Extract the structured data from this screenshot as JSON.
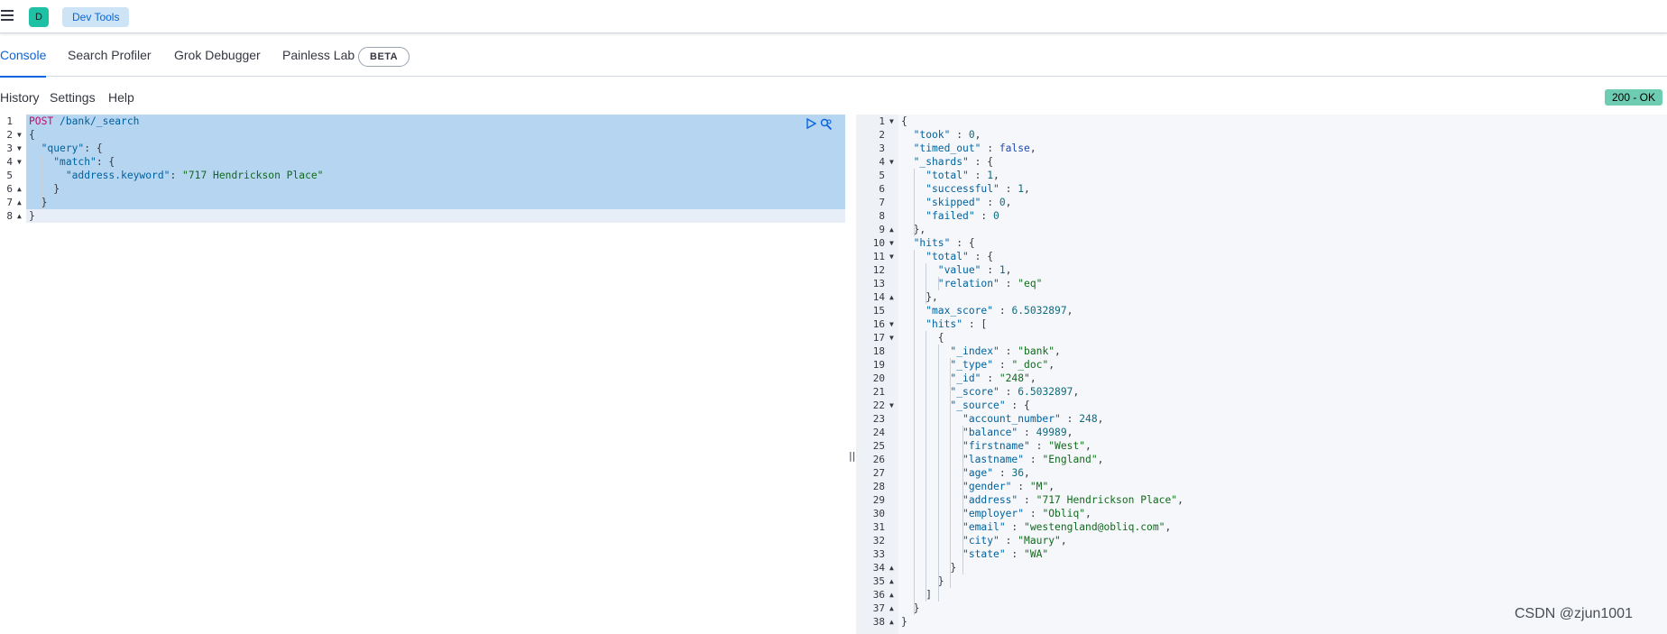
{
  "header": {
    "avatar_letter": "D",
    "breadcrumb": "Dev Tools"
  },
  "tabs": [
    {
      "label": "Console"
    },
    {
      "label": "Search Profiler"
    },
    {
      "label": "Grok Debugger"
    },
    {
      "label": "Painless Lab"
    }
  ],
  "beta_badge": "BETA",
  "toolbar": {
    "history": "History",
    "settings": "Settings",
    "help": "Help",
    "status": "200 - OK"
  },
  "request": {
    "method": "POST",
    "path": "/bank/_search",
    "lines": [
      {
        "n": "1",
        "fold": ""
      },
      {
        "n": "2",
        "fold": "down"
      },
      {
        "n": "3",
        "fold": "down"
      },
      {
        "n": "4",
        "fold": "down"
      },
      {
        "n": "5",
        "fold": ""
      },
      {
        "n": "6",
        "fold": "up"
      },
      {
        "n": "7",
        "fold": "up"
      },
      {
        "n": "8",
        "fold": "up"
      }
    ],
    "query_key": "\"query\"",
    "match_key": "\"match\"",
    "field_key": "\"address.keyword\"",
    "field_value": "\"717 Hendrickson Place\""
  },
  "response": {
    "lines": [
      {
        "n": "1",
        "fold": "down",
        "t": [
          [
            "p",
            "{"
          ]
        ]
      },
      {
        "n": "2",
        "fold": "",
        "t": [
          [
            "k",
            "  \"took\""
          ],
          [
            "p",
            " : "
          ],
          [
            "n",
            "0"
          ],
          [
            "p",
            ","
          ]
        ]
      },
      {
        "n": "3",
        "fold": "",
        "t": [
          [
            "k",
            "  \"timed_out\""
          ],
          [
            "p",
            " : "
          ],
          [
            "b",
            "false"
          ],
          [
            "p",
            ","
          ]
        ]
      },
      {
        "n": "4",
        "fold": "down",
        "t": [
          [
            "k",
            "  \"_shards\""
          ],
          [
            "p",
            " : {"
          ]
        ]
      },
      {
        "n": "5",
        "fold": "",
        "t": [
          [
            "k",
            "    \"total\""
          ],
          [
            "p",
            " : "
          ],
          [
            "n",
            "1"
          ],
          [
            "p",
            ","
          ]
        ]
      },
      {
        "n": "6",
        "fold": "",
        "t": [
          [
            "k",
            "    \"successful\""
          ],
          [
            "p",
            " : "
          ],
          [
            "n",
            "1"
          ],
          [
            "p",
            ","
          ]
        ]
      },
      {
        "n": "7",
        "fold": "",
        "t": [
          [
            "k",
            "    \"skipped\""
          ],
          [
            "p",
            " : "
          ],
          [
            "n",
            "0"
          ],
          [
            "p",
            ","
          ]
        ]
      },
      {
        "n": "8",
        "fold": "",
        "t": [
          [
            "k",
            "    \"failed\""
          ],
          [
            "p",
            " : "
          ],
          [
            "n",
            "0"
          ]
        ]
      },
      {
        "n": "9",
        "fold": "up",
        "t": [
          [
            "p",
            "  },"
          ]
        ]
      },
      {
        "n": "10",
        "fold": "down",
        "t": [
          [
            "k",
            "  \"hits\""
          ],
          [
            "p",
            " : {"
          ]
        ]
      },
      {
        "n": "11",
        "fold": "down",
        "t": [
          [
            "k",
            "    \"total\""
          ],
          [
            "p",
            " : {"
          ]
        ]
      },
      {
        "n": "12",
        "fold": "",
        "t": [
          [
            "k",
            "      \"value\""
          ],
          [
            "p",
            " : "
          ],
          [
            "n",
            "1"
          ],
          [
            "p",
            ","
          ]
        ]
      },
      {
        "n": "13",
        "fold": "",
        "t": [
          [
            "k",
            "      \"relation\""
          ],
          [
            "p",
            " : "
          ],
          [
            "s",
            "\"eq\""
          ]
        ]
      },
      {
        "n": "14",
        "fold": "up",
        "t": [
          [
            "p",
            "    },"
          ]
        ]
      },
      {
        "n": "15",
        "fold": "",
        "t": [
          [
            "k",
            "    \"max_score\""
          ],
          [
            "p",
            " : "
          ],
          [
            "n",
            "6.5032897"
          ],
          [
            "p",
            ","
          ]
        ]
      },
      {
        "n": "16",
        "fold": "down",
        "t": [
          [
            "k",
            "    \"hits\""
          ],
          [
            "p",
            " : ["
          ]
        ]
      },
      {
        "n": "17",
        "fold": "down",
        "t": [
          [
            "p",
            "      {"
          ]
        ]
      },
      {
        "n": "18",
        "fold": "",
        "t": [
          [
            "k",
            "        \"_index\""
          ],
          [
            "p",
            " : "
          ],
          [
            "s",
            "\"bank\""
          ],
          [
            "p",
            ","
          ]
        ]
      },
      {
        "n": "19",
        "fold": "",
        "t": [
          [
            "k",
            "        \"_type\""
          ],
          [
            "p",
            " : "
          ],
          [
            "s",
            "\"_doc\""
          ],
          [
            "p",
            ","
          ]
        ]
      },
      {
        "n": "20",
        "fold": "",
        "t": [
          [
            "k",
            "        \"_id\""
          ],
          [
            "p",
            " : "
          ],
          [
            "s",
            "\"248\""
          ],
          [
            "p",
            ","
          ]
        ]
      },
      {
        "n": "21",
        "fold": "",
        "t": [
          [
            "k",
            "        \"_score\""
          ],
          [
            "p",
            " : "
          ],
          [
            "n",
            "6.5032897"
          ],
          [
            "p",
            ","
          ]
        ]
      },
      {
        "n": "22",
        "fold": "down",
        "t": [
          [
            "k",
            "        \"_source\""
          ],
          [
            "p",
            " : {"
          ]
        ]
      },
      {
        "n": "23",
        "fold": "",
        "t": [
          [
            "k",
            "          \"account_number\""
          ],
          [
            "p",
            " : "
          ],
          [
            "n",
            "248"
          ],
          [
            "p",
            ","
          ]
        ]
      },
      {
        "n": "24",
        "fold": "",
        "t": [
          [
            "k",
            "          \"balance\""
          ],
          [
            "p",
            " : "
          ],
          [
            "n",
            "49989"
          ],
          [
            "p",
            ","
          ]
        ]
      },
      {
        "n": "25",
        "fold": "",
        "t": [
          [
            "k",
            "          \"firstname\""
          ],
          [
            "p",
            " : "
          ],
          [
            "s",
            "\"West\""
          ],
          [
            "p",
            ","
          ]
        ]
      },
      {
        "n": "26",
        "fold": "",
        "t": [
          [
            "k",
            "          \"lastname\""
          ],
          [
            "p",
            " : "
          ],
          [
            "s",
            "\"England\""
          ],
          [
            "p",
            ","
          ]
        ]
      },
      {
        "n": "27",
        "fold": "",
        "t": [
          [
            "k",
            "          \"age\""
          ],
          [
            "p",
            " : "
          ],
          [
            "n",
            "36"
          ],
          [
            "p",
            ","
          ]
        ]
      },
      {
        "n": "28",
        "fold": "",
        "t": [
          [
            "k",
            "          \"gender\""
          ],
          [
            "p",
            " : "
          ],
          [
            "s",
            "\"M\""
          ],
          [
            "p",
            ","
          ]
        ]
      },
      {
        "n": "29",
        "fold": "",
        "t": [
          [
            "k",
            "          \"address\""
          ],
          [
            "p",
            " : "
          ],
          [
            "s",
            "\"717 Hendrickson Place\""
          ],
          [
            "p",
            ","
          ]
        ]
      },
      {
        "n": "30",
        "fold": "",
        "t": [
          [
            "k",
            "          \"employer\""
          ],
          [
            "p",
            " : "
          ],
          [
            "s",
            "\"Obliq\""
          ],
          [
            "p",
            ","
          ]
        ]
      },
      {
        "n": "31",
        "fold": "",
        "t": [
          [
            "k",
            "          \"email\""
          ],
          [
            "p",
            " : "
          ],
          [
            "s",
            "\"westengland@obliq.com\""
          ],
          [
            "p",
            ","
          ]
        ]
      },
      {
        "n": "32",
        "fold": "",
        "t": [
          [
            "k",
            "          \"city\""
          ],
          [
            "p",
            " : "
          ],
          [
            "s",
            "\"Maury\""
          ],
          [
            "p",
            ","
          ]
        ]
      },
      {
        "n": "33",
        "fold": "",
        "t": [
          [
            "k",
            "          \"state\""
          ],
          [
            "p",
            " : "
          ],
          [
            "s",
            "\"WA\""
          ]
        ]
      },
      {
        "n": "34",
        "fold": "up",
        "t": [
          [
            "p",
            "        }"
          ]
        ]
      },
      {
        "n": "35",
        "fold": "up",
        "t": [
          [
            "p",
            "      }"
          ]
        ]
      },
      {
        "n": "36",
        "fold": "up",
        "t": [
          [
            "p",
            "    ]"
          ]
        ]
      },
      {
        "n": "37",
        "fold": "up",
        "t": [
          [
            "p",
            "  }"
          ]
        ]
      },
      {
        "n": "38",
        "fold": "up",
        "t": [
          [
            "p",
            "}"
          ]
        ]
      }
    ]
  },
  "watermark": "CSDN @zjun1001"
}
